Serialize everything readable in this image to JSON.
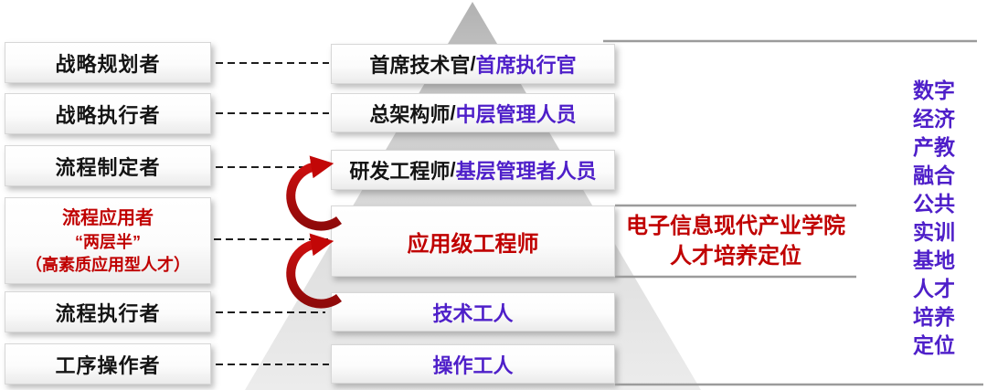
{
  "colors": {
    "accent_red": "#c00000",
    "accent_purple": "#4e1fc9",
    "text_black": "#141414",
    "pyramid_gray": "#c9c9c9",
    "line_gray": "#9b9b9b"
  },
  "left_roles": [
    {
      "label": "战略规划者"
    },
    {
      "label": "战略执行者"
    },
    {
      "label": "流程制定者"
    },
    {
      "line1": "流程应用者",
      "line2": "“两层半”",
      "line3": "（高素质应用型人才）"
    },
    {
      "label": "流程执行者"
    },
    {
      "label": "工序操作者"
    }
  ],
  "pyramid_levels": [
    {
      "primary": "首席技术官",
      "separator": "/",
      "secondary": "首席执行官"
    },
    {
      "primary": "总架构师",
      "separator": "/",
      "secondary": "中层管理人员"
    },
    {
      "primary": "研发工程师",
      "separator": "/",
      "secondary": "基层管理者人员"
    },
    {
      "label": "应用级工程师"
    },
    {
      "label": "技术工人"
    },
    {
      "label": "操作工人"
    }
  ],
  "callout": {
    "line1": "电子信息现代产业学院",
    "line2": "人才培养定位"
  },
  "right_banner": {
    "lines": [
      "数字",
      "经济",
      "产教",
      "融合",
      "公共",
      "实训",
      "基地",
      "人才",
      "培养",
      "定位"
    ]
  }
}
